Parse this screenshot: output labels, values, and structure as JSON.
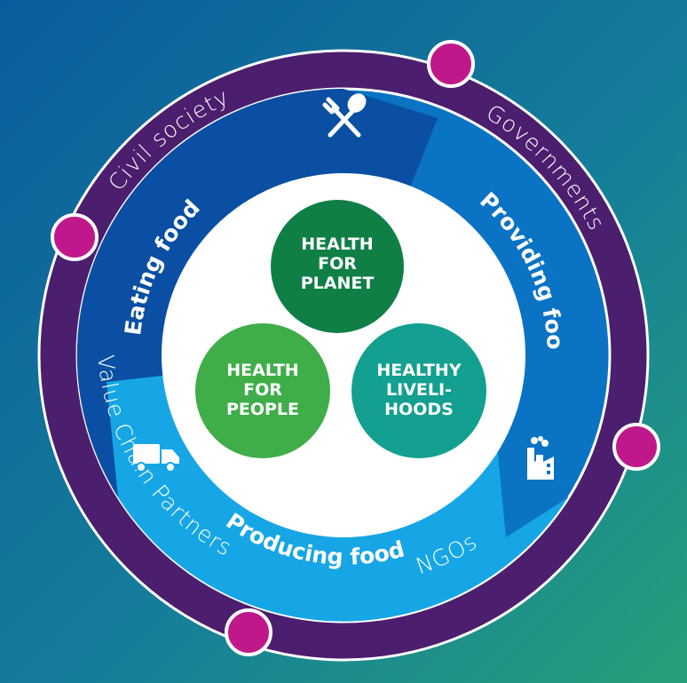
{
  "colors": {
    "bg_top": "#0b5c9c",
    "bg_bottom": "#22a07a",
    "outer_ring": "#4b1e6e",
    "node": "#c0188a",
    "inner_dark": "#0a4fa3",
    "inner_mid": "#0b73c4",
    "inner_light": "#16a6e6",
    "core": "#ffffff",
    "planet": "#0f7f46",
    "people": "#3fae49",
    "livelihoods": "#13a090"
  },
  "stakeholders": {
    "civil_society": "Civil society",
    "governments": "Governments",
    "ngos": "NGOs",
    "value_chain": "Value Chain Partners"
  },
  "cycle": {
    "eating": "Eating food",
    "providing": "Providing food",
    "producing": "Producing food"
  },
  "icons": {
    "eating": "fork-spoon-icon",
    "providing": "factory-icon",
    "producing": "truck-icon"
  },
  "outcomes": {
    "planet": [
      "HEALTH",
      "FOR",
      "PLANET"
    ],
    "people": [
      "HEALTH",
      "FOR",
      "PEOPLE"
    ],
    "livelihoods": [
      "HEALTHY",
      "LIVELI-",
      "HOODS"
    ]
  }
}
